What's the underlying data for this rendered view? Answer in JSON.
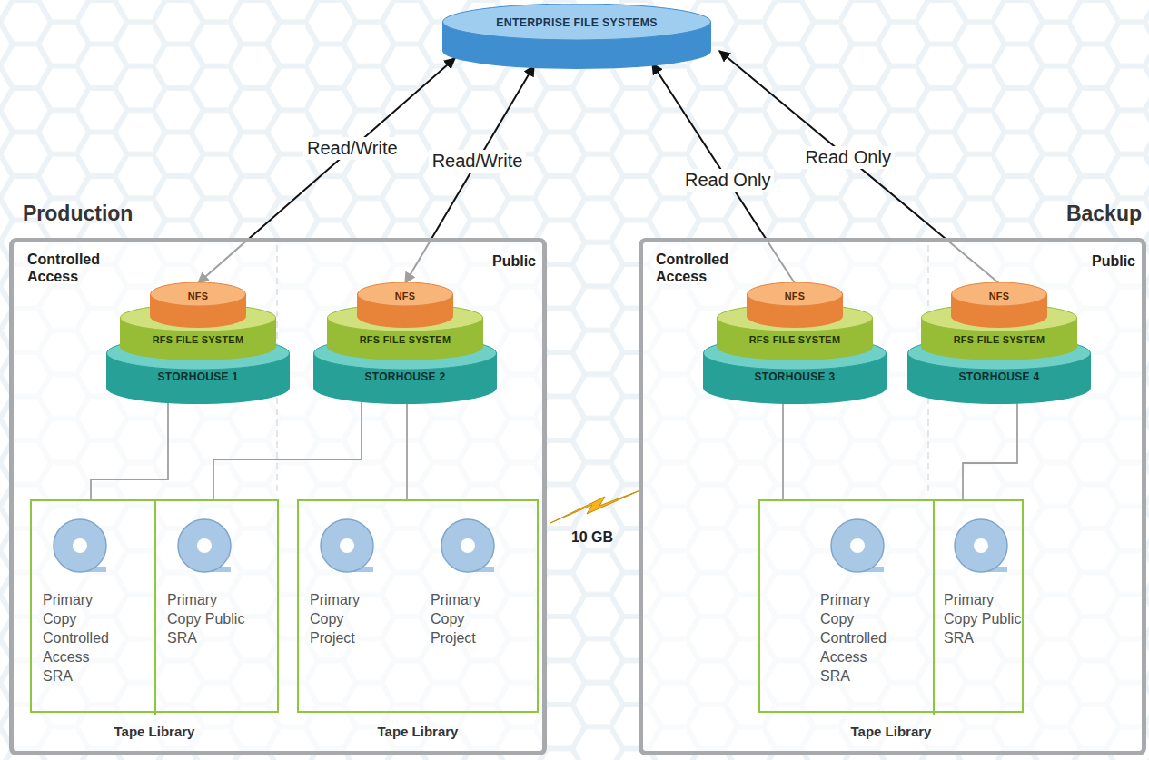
{
  "diagram": {
    "nodes": [
      {
        "text": [
          "ENTERPRISE FILE SYSTEMS"
        ]
      },
      {
        "text": [
          "Production"
        ]
      },
      {
        "text": [
          "NFS"
        ],
        "in": 1
      },
      {
        "text": [
          "RFS FILE SYSTEM"
        ],
        "in": 1
      },
      {
        "text": [
          "STORHOUSE 1"
        ],
        "in": 1
      },
      {
        "text": [
          "NFS"
        ],
        "in": 1
      },
      {
        "text": [
          "RFS FILE SYSTEM"
        ],
        "in": 1
      },
      {
        "text": [
          "STORHOUSE 2"
        ],
        "in": 1
      },
      {
        "text": [
          "Tape Library"
        ],
        "in": 1
      },
      {
        "text": [
          "Primary Copy Controlled Access SRA"
        ],
        "in": 8
      },
      {
        "text": [
          "Primary Copy Public SRA"
        ],
        "in": 8
      },
      {
        "text": [
          "Tape Library"
        ],
        "in": 1
      },
      {
        "text": [
          "Primary Copy Project"
        ],
        "in": 11
      },
      {
        "text": [
          "Primary Copy Project"
        ],
        "in": 11
      },
      {
        "text": [
          "Backup"
        ]
      },
      {
        "text": [
          "NFS"
        ],
        "in": 14
      },
      {
        "text": [
          "RFS FILE SYSTEM"
        ],
        "in": 14
      },
      {
        "text": [
          "STORHOUSE 3"
        ],
        "in": 14
      },
      {
        "text": [
          "NFS"
        ],
        "in": 14
      },
      {
        "text": [
          "RFS FILE SYSTEM"
        ],
        "in": 14
      },
      {
        "text": [
          "STORHOUSE 4"
        ],
        "in": 14
      },
      {
        "text": [
          "Tape Library"
        ],
        "in": 14
      },
      {
        "text": [
          "Primary Copy Controlled Access SRA"
        ],
        "in": 21
      },
      {
        "text": [
          "Primary Copy Public SRA"
        ],
        "in": 21
      }
    ],
    "edges": [
      {
        "from": 2,
        "to": 0,
        "label": "Read/Write",
        "arrow": "both"
      },
      {
        "from": 5,
        "to": 0,
        "label": "Read/Write",
        "arrow": "both"
      },
      {
        "from": 15,
        "to": 0,
        "label": "Read Only",
        "arrow": "to"
      },
      {
        "from": 18,
        "to": 0,
        "label": "Read Only",
        "arrow": "to"
      },
      {
        "from": 4,
        "to": 9,
        "arrow": "none"
      },
      {
        "from": 7,
        "to": 10,
        "arrow": "none"
      },
      {
        "from": 7,
        "to": 11,
        "arrow": "none"
      },
      {
        "from": 17,
        "to": 22,
        "arrow": "none"
      },
      {
        "from": 20,
        "to": 23,
        "arrow": "none"
      }
    ],
    "labels": [
      "Controlled Access",
      "Public",
      "Controlled Access",
      "Public",
      "10 GB"
    ]
  }
}
